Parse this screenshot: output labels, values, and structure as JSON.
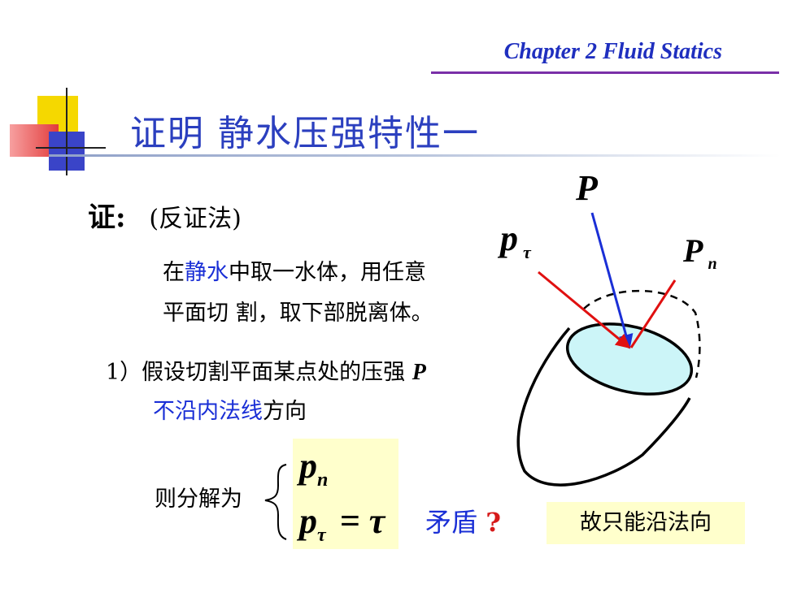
{
  "header": {
    "chapter": "Chapter 2  Fluid Statics"
  },
  "title": "证明 静水压强特性一",
  "proof": {
    "label": "证:",
    "method": "(反证法)"
  },
  "para1": {
    "line1_pre": "在",
    "line1_blue": "静水",
    "line1_post": "中取一水体，用任意",
    "line2": "平面切 割，取下部脱离体。"
  },
  "assume": {
    "line1": "1）假设切割平面某点处的压强",
    "line1_var": "P",
    "line2_blue": "不沿内法线",
    "line2_post": "方向"
  },
  "decompose": {
    "label": "则分解为",
    "comp1": "p",
    "comp1_sub": "n",
    "comp2": "p",
    "comp2_sub": "τ",
    "comp2_eq": "= τ"
  },
  "contradiction": {
    "text": "矛盾",
    "mark": "?"
  },
  "conclusion": "故只能沿法向",
  "diagram": {
    "label_P": "P",
    "label_pt": "p",
    "label_pt_sub": "τ",
    "label_Pn": "P",
    "label_Pn_sub": "n",
    "colors": {
      "force_P": "#1a2fd6",
      "components": "#e01010",
      "surface": "#ccf5f8"
    }
  }
}
